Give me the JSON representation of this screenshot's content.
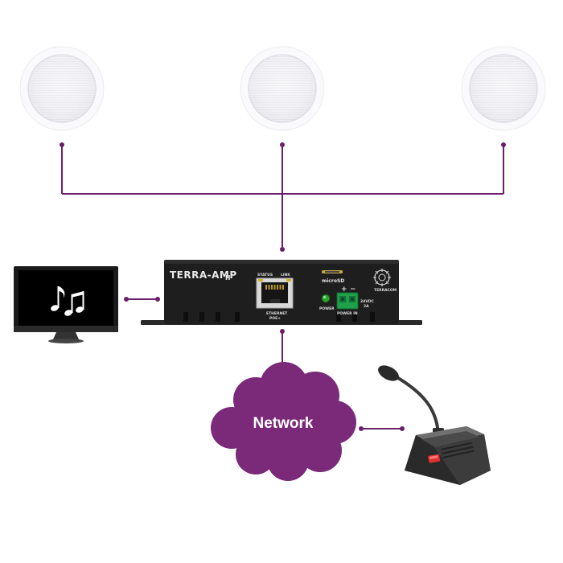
{
  "device": {
    "name": "TERRA-AMP",
    "suffix": "II",
    "status_label": "STATUS",
    "link_label": "LINK",
    "ethernet_label_1": "ETHERNET",
    "ethernet_label_2": "POE+",
    "microsd_label": "microSD",
    "power_label": "POWER",
    "power_in_label": "POWER IN",
    "voltage_label_1": "24VDC",
    "voltage_label_2": "2A",
    "plus_label": "+",
    "minus_label": "−",
    "brand_label": "TERRACOM"
  },
  "network": {
    "label": "Network"
  },
  "colors": {
    "line": "#6b1f6b",
    "cloud": "#7a2a78",
    "device_body": "#1e1e1e",
    "led_green": "#2aa62a",
    "terminal_green": "#1fa14a",
    "mic_button": "#e03030"
  },
  "icons": {
    "monitor": "music-note-icon",
    "speakers": [
      "ceiling-speaker-icon",
      "ceiling-speaker-icon",
      "ceiling-speaker-icon"
    ]
  }
}
